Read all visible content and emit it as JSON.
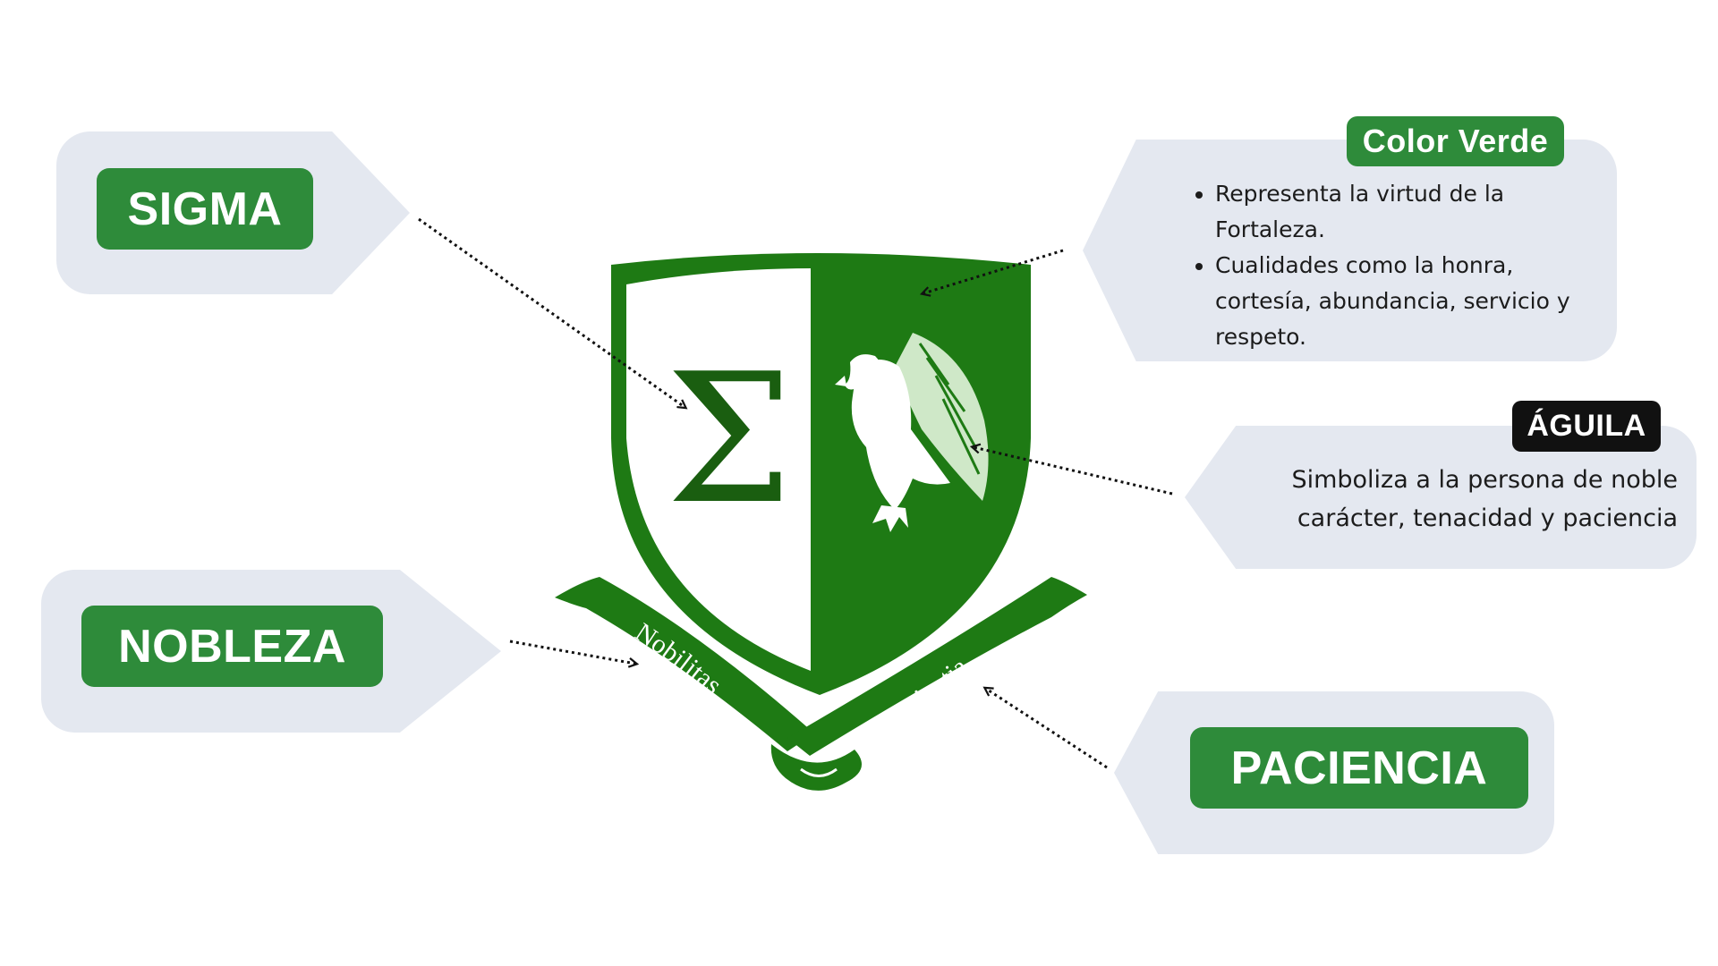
{
  "labels": {
    "sigma": "SIGMA",
    "nobleza": "NOBLEZA",
    "paciencia": "PACIENCIA",
    "color_verde": {
      "title": "Color Verde",
      "bullets": [
        "Representa la virtud de la Fortaleza.",
        "Cualidades como la honra, cortesía, abundancia, servicio y respeto."
      ]
    },
    "aguila": {
      "title": "ÁGUILA",
      "text": "Simboliza a la persona de noble carácter, tenacidad y paciencia"
    }
  },
  "crest": {
    "symbol": "Σ",
    "motto_left": "Nobilitas",
    "motto_right": "Patientia"
  },
  "colors": {
    "crest_green": "#1e7a14",
    "pill_green": "#2e8b3a",
    "bubble_gray": "#e4e8f0",
    "dark_pill": "#111111"
  },
  "icons": [
    "eagle-icon",
    "sigma-symbol",
    "motto-ribbon"
  ]
}
